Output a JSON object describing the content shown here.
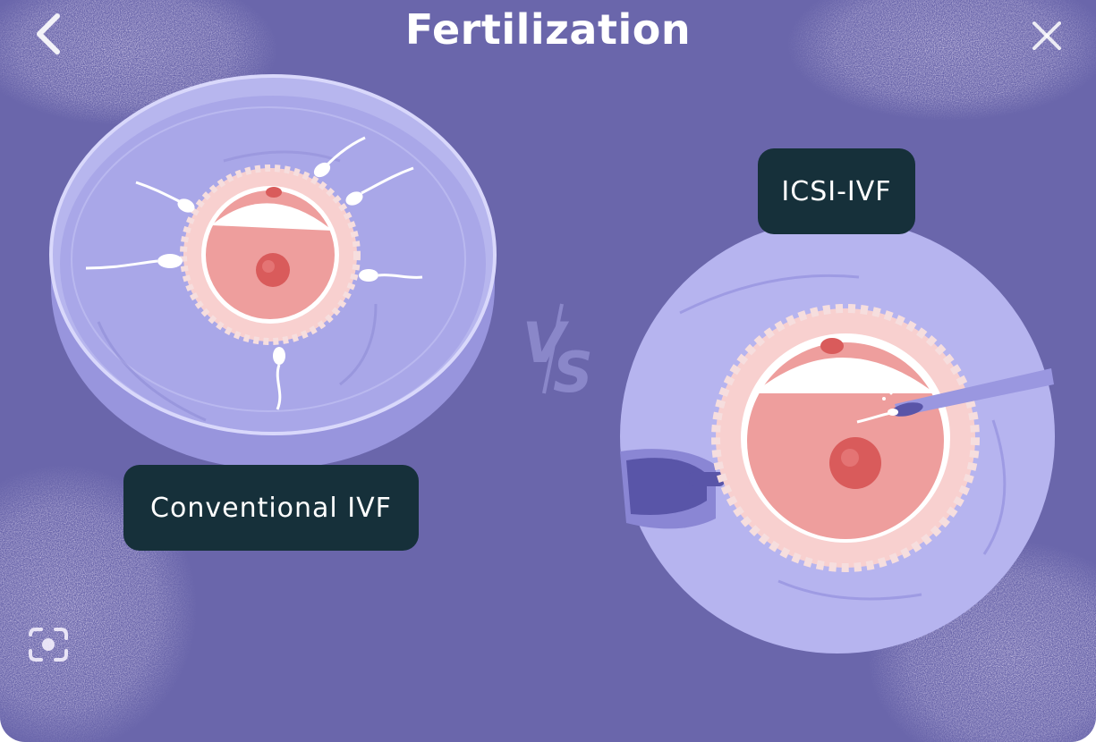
{
  "title": "Fertilization",
  "labels": {
    "conventional": "Conventional IVF",
    "icsi": "ICSI-IVF",
    "versus": "VS"
  },
  "controls": {
    "back_icon": "chevron-left-icon",
    "close_icon": "close-icon",
    "lens_icon": "lens-search-icon"
  },
  "colors": {
    "background": "#6a66ab",
    "pill": "#16303a",
    "dish": "#b9b8ef",
    "egg_outer": "#f8cfcf",
    "egg_inner": "#ec9a9a",
    "nucleus": "#d85a5a",
    "speckle": "#d8c4ef"
  }
}
